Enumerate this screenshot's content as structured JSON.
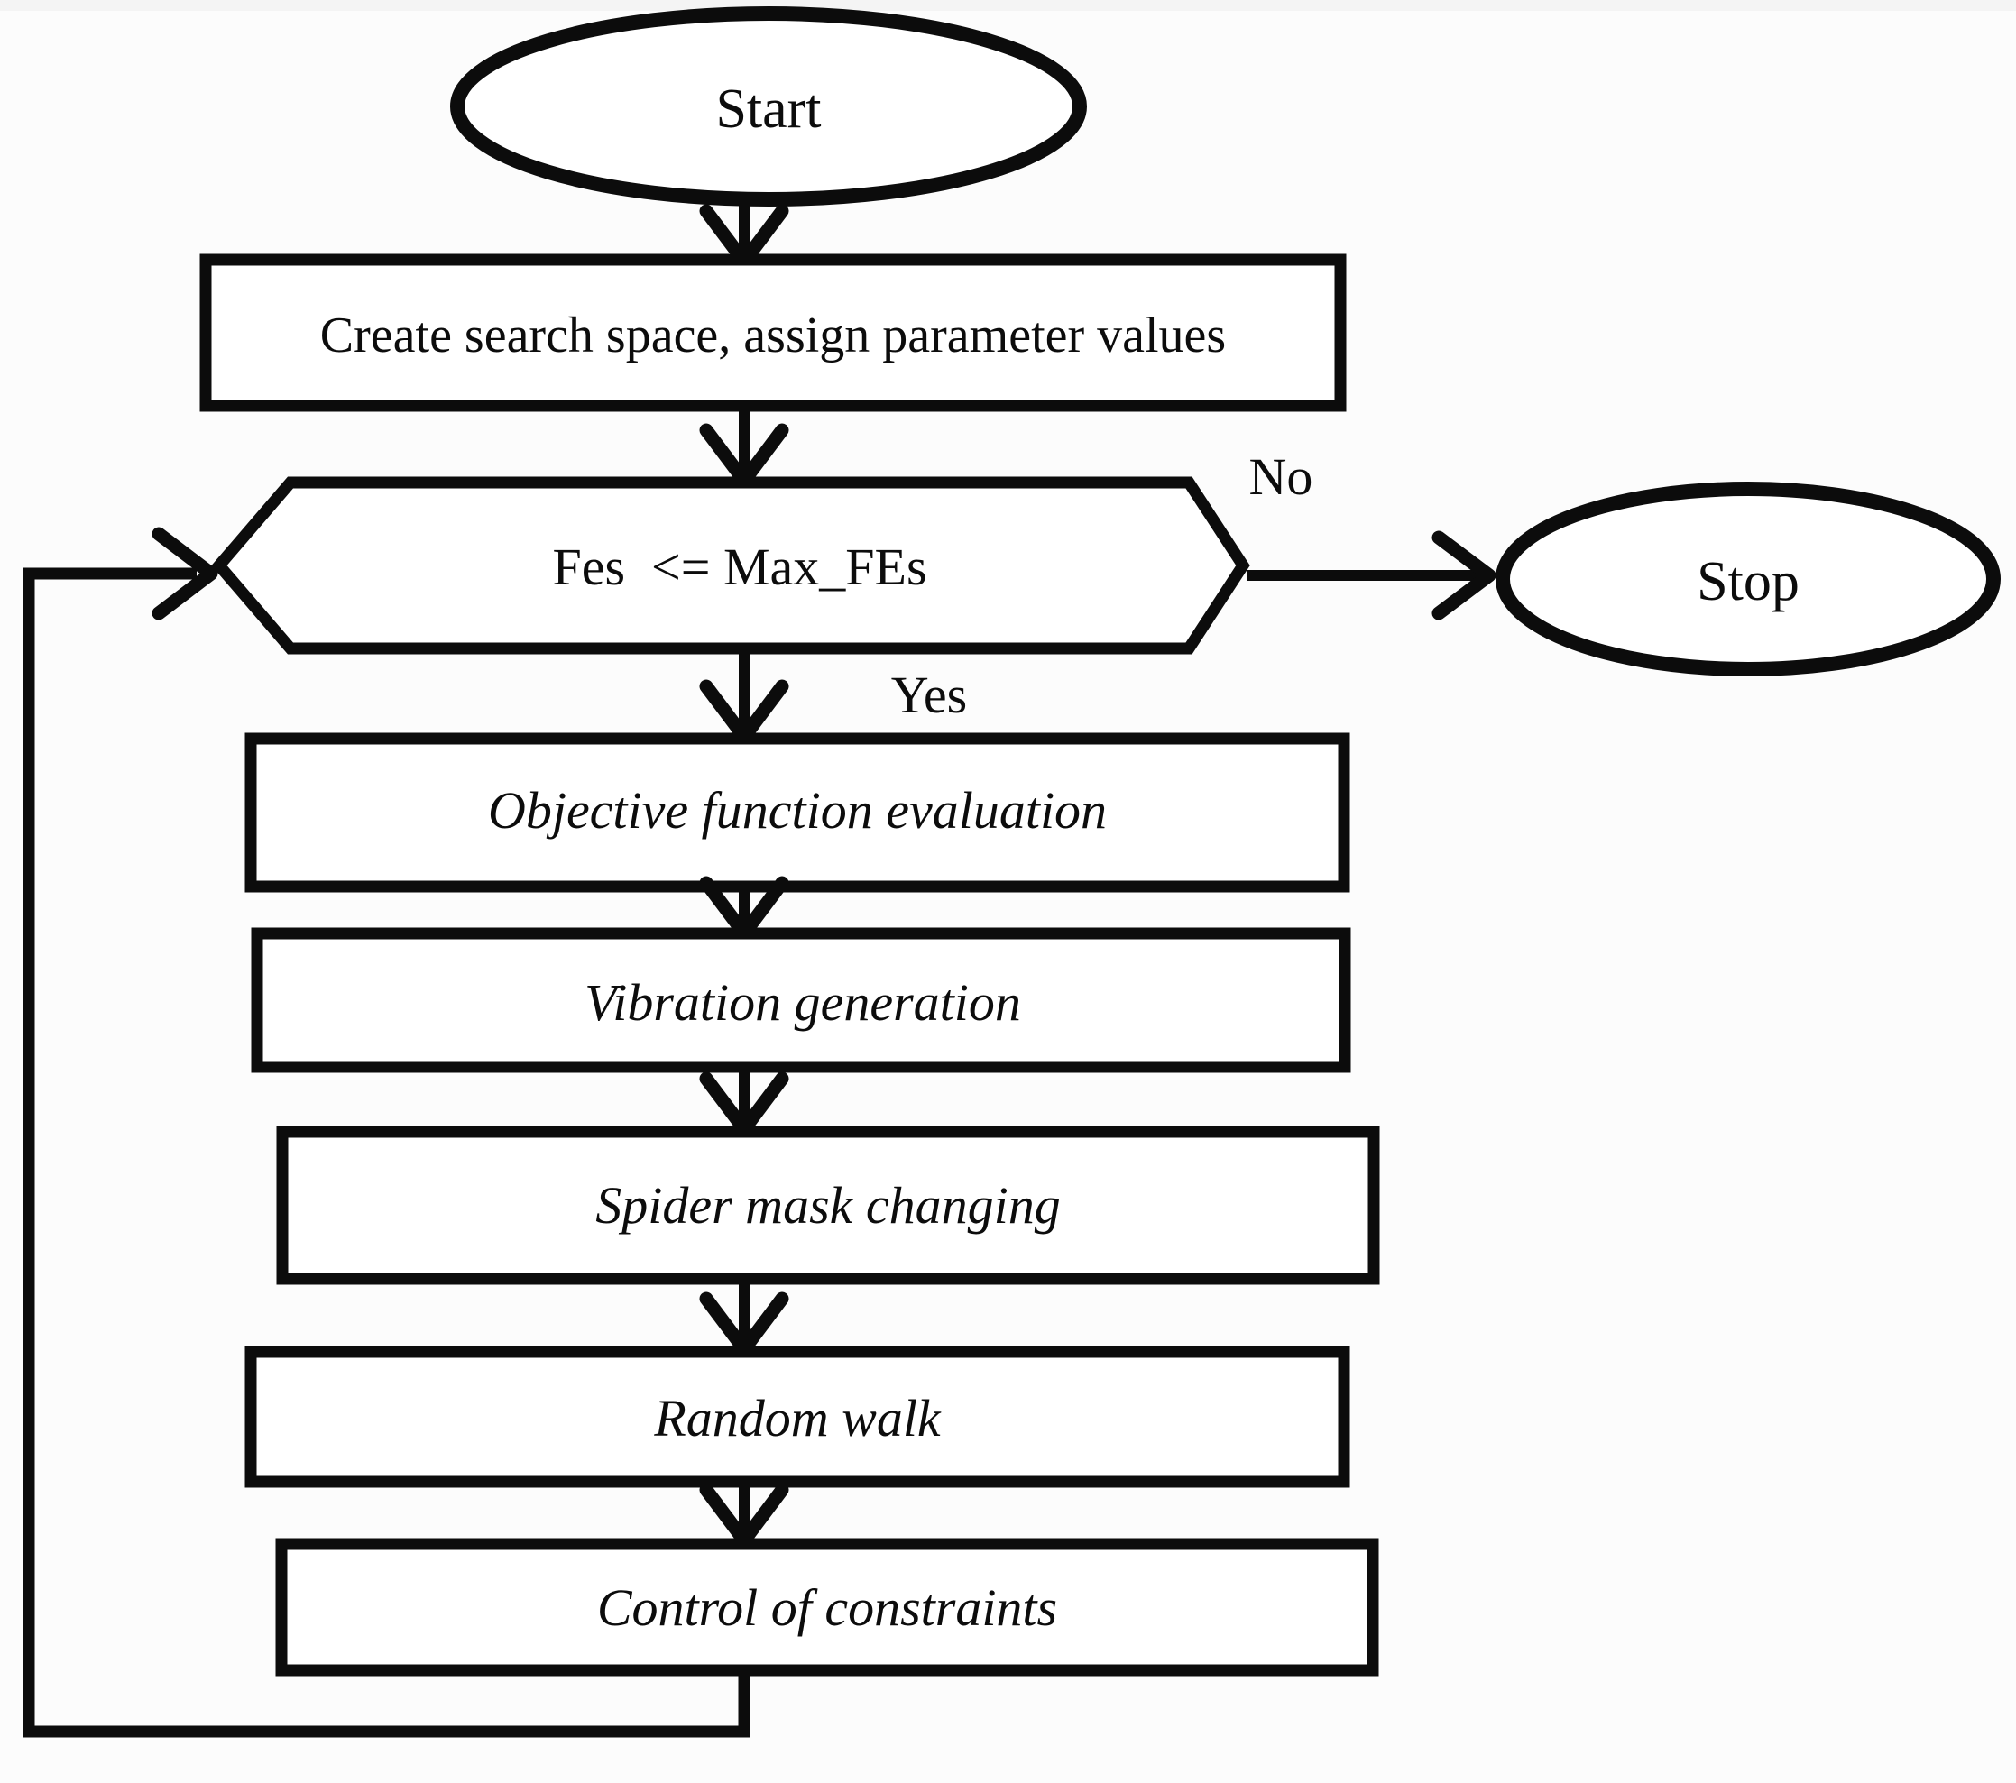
{
  "figure": {
    "type": "flowchart",
    "colors": {
      "ink": "#0c0c0c",
      "background": "#fcfcfc"
    },
    "nodes": {
      "start": {
        "shape": "ellipse",
        "label": "Start"
      },
      "create": {
        "shape": "rectangle",
        "label": "Create search space, assign parameter values"
      },
      "decision": {
        "shape": "hexagon",
        "label": "Fes  <= Max_FEs"
      },
      "objective": {
        "shape": "rectangle",
        "label": "Objective function evaluation"
      },
      "vibration": {
        "shape": "rectangle",
        "label": "Vibration generation"
      },
      "spider": {
        "shape": "rectangle",
        "label": "Spider mask changing"
      },
      "random": {
        "shape": "rectangle",
        "label": "Random walk"
      },
      "control": {
        "shape": "rectangle",
        "label": "Control of constraints"
      },
      "stop": {
        "shape": "ellipse",
        "label": "Stop"
      }
    },
    "edges": {
      "no_label": "No",
      "yes_label": "Yes"
    }
  }
}
